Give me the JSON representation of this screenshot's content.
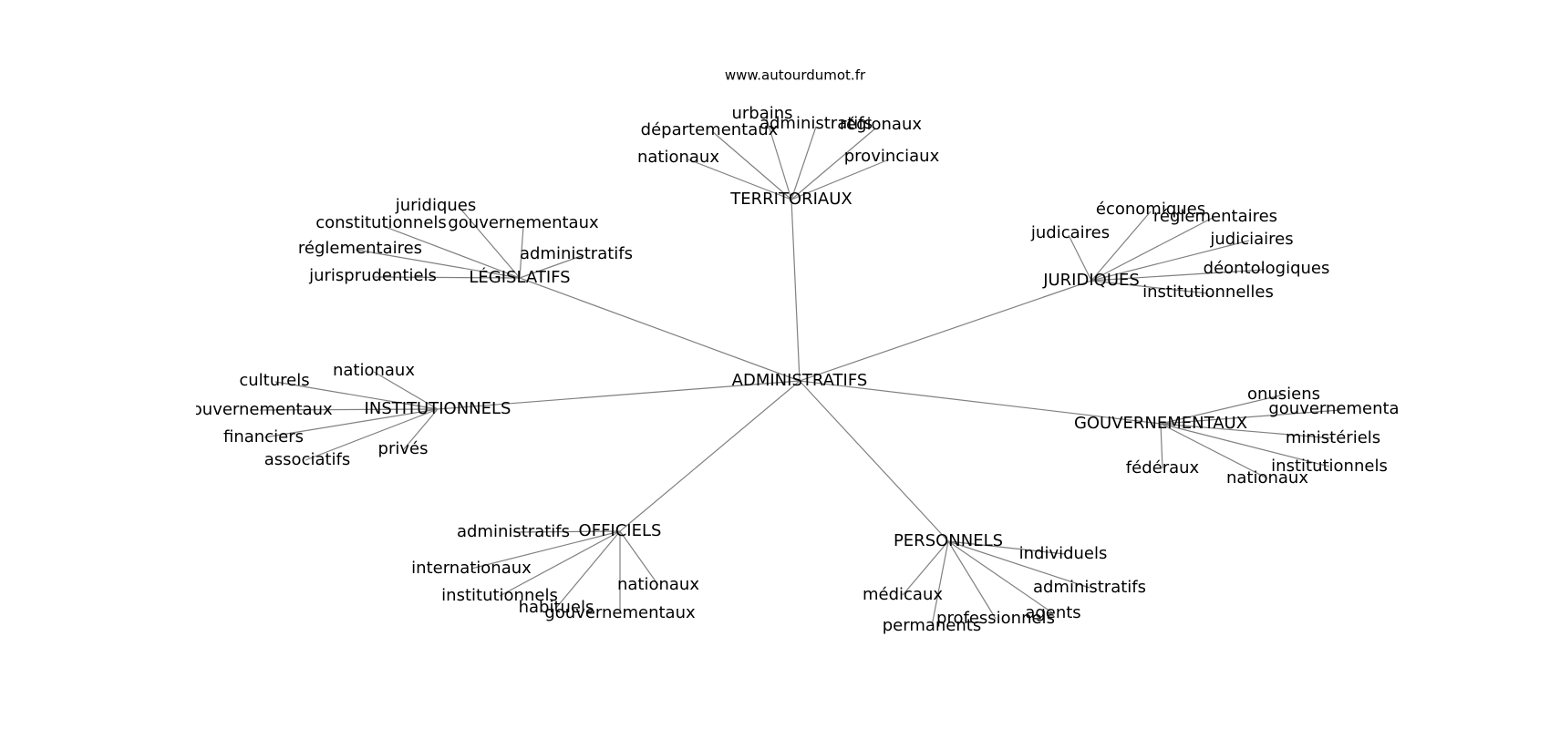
{
  "header": {
    "watermark": "www.autourdumot.fr"
  },
  "graph": {
    "center": "ADMINISTRATIFS",
    "clusters": [
      {
        "label": "TERRITORIAUX",
        "leaves": [
          "urbains",
          "administratifs",
          "régionaux",
          "départementaux",
          "nationaux",
          "provinciaux"
        ]
      },
      {
        "label": "LÉGISLATIFS",
        "leaves": [
          "juridiques",
          "constitutionnels",
          "gouvernementaux",
          "réglementaires",
          "administratifs",
          "jurisprudentiels"
        ]
      },
      {
        "label": "JURIDIQUES",
        "leaves": [
          "économiques",
          "réglementaires",
          "judicaires",
          "judiciaires",
          "déontologiques",
          "institutionnelles"
        ]
      },
      {
        "label": "INSTITUTIONNELS",
        "leaves": [
          "nationaux",
          "culturels",
          "gouvernementaux",
          "financiers",
          "associatifs",
          "privés"
        ]
      },
      {
        "label": "GOUVERNEMENTAUX",
        "leaves": [
          "onusiens",
          "gouvernementaux",
          "ministériels",
          "fédéraux",
          "institutionnels",
          "nationaux"
        ]
      },
      {
        "label": "OFFICIELS",
        "leaves": [
          "administratifs",
          "internationaux",
          "nationaux",
          "institutionnels",
          "habituels",
          "gouvernementaux"
        ]
      },
      {
        "label": "PERSONNELS",
        "leaves": [
          "individuels",
          "administratifs",
          "médicaux",
          "agents",
          "professionnels",
          "permanents"
        ]
      }
    ]
  }
}
